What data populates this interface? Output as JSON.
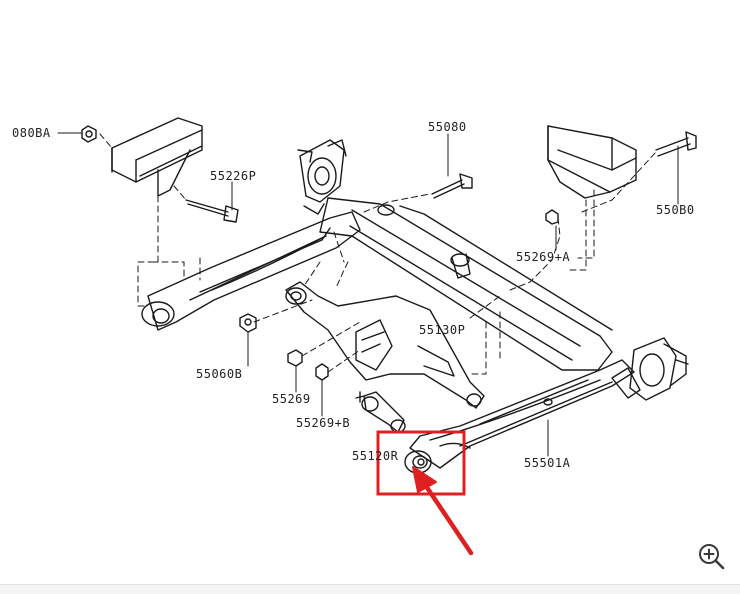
{
  "diagram": {
    "part_labels": [
      {
        "id": "p1",
        "text": "080BA"
      },
      {
        "id": "p2",
        "text": "55226P"
      },
      {
        "id": "p3",
        "text": "55080"
      },
      {
        "id": "p4",
        "text": "550B0"
      },
      {
        "id": "p5",
        "text": "55269+A"
      },
      {
        "id": "p6",
        "text": "55130P"
      },
      {
        "id": "p7",
        "text": "55060B"
      },
      {
        "id": "p8",
        "text": "55269"
      },
      {
        "id": "p9",
        "text": "55269+B"
      },
      {
        "id": "p10",
        "text": "55120R"
      },
      {
        "id": "p11",
        "text": "55501A"
      }
    ],
    "highlight": {
      "color": "#e02020"
    }
  },
  "toolbar": {
    "zoom_icon": "zoom-in-icon"
  }
}
